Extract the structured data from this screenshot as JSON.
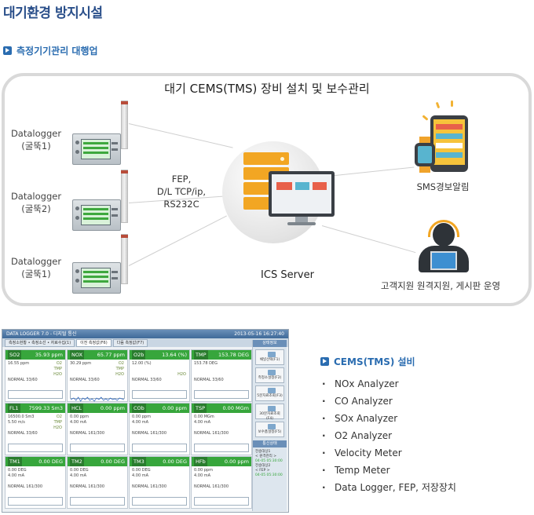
{
  "page": {
    "title": "대기환경 방지시설",
    "section": "측정기기관리 대행업"
  },
  "diagram": {
    "title": "대기 CEMS(TMS) 장비 설치 및 보수관리",
    "dataloggers": [
      {
        "name": "Datalogger",
        "sub": "(굴뚝1)"
      },
      {
        "name": "Datalogger",
        "sub": "(굴뚝2)"
      },
      {
        "name": "Datalogger",
        "sub": "(굴뚝1)"
      }
    ],
    "fep": [
      "FEP,",
      "D/L TCP/ip,",
      "RS232C"
    ],
    "server_label": "ICS Server",
    "sms_label": "SMS경보알림",
    "support_label": "고객지원 원격지원, 게시판 운영"
  },
  "screenshot": {
    "title": "DATA LOGGER 7.0 - 디지털 통신",
    "time": "2013-05-16 16:27:40",
    "tabs": [
      {
        "label": "측정소현황 • 측정소선 • 자료수집(1)"
      },
      {
        "label": "이전 측정값(F6)"
      },
      {
        "label": "다음 측정값(F7)"
      }
    ],
    "side_title": "상태정보",
    "side_buttons": [
      "채널선택(F1)",
      "측정소설정(F2)",
      "5분자료조회(F3)",
      "30분자료조회(F4)",
      "보수품설정(F5)"
    ],
    "side_status_title": "통신상태",
    "side_status": [
      "전송대상1",
      "< 원격관리 >",
      "04-05 05:30:00",
      "전송대상2",
      "< FEP >",
      "04-05 05:30:00"
    ],
    "cells": [
      [
        {
          "tag": "SO2",
          "value": "35.93",
          "unit": "ppm",
          "line1": "16.55 ppm",
          "ext": [
            "O2",
            "TMP",
            "H2O"
          ],
          "status": "NORMAL 33/60",
          "wave": false
        },
        {
          "tag": "NOX",
          "value": "65.77",
          "unit": "ppm",
          "line1": "30.29 ppm",
          "ext": [
            "O2",
            "TMP",
            "H2O"
          ],
          "status": "NORMAL 33/60",
          "wave": true
        },
        {
          "tag": "O2b",
          "value": "13.64",
          "unit": "(%)",
          "line1": "12.00 (%)",
          "ext": [
            "",
            "",
            "H2O"
          ],
          "status": "NORMAL 33/60",
          "wave": false
        },
        {
          "tag": "TMP",
          "value": "153.78",
          "unit": "DEG",
          "line1": "153.78 DEG",
          "ext": [
            "",
            "",
            ""
          ],
          "status": "NORMAL 33/60",
          "wave": false
        }
      ],
      [
        {
          "tag": "FL1",
          "value": "7599.33",
          "unit": "Sm3",
          "line1": "16500.0 Sm3",
          "line2": "5.50 m/s",
          "ext": [
            "O2",
            "TMP",
            "H2O"
          ],
          "status": "NORMAL 33/60",
          "wave": false
        },
        {
          "tag": "HCL",
          "value": "0.00",
          "unit": "ppm",
          "line1": "0.00 ppm",
          "line2": "4.00 mA",
          "ext": [
            "",
            "",
            ""
          ],
          "status": "NORMAL 161/300",
          "wave": false
        },
        {
          "tag": "COb",
          "value": "0.00",
          "unit": "ppm",
          "line1": "0.00 ppm",
          "line2": "4.00 mA",
          "ext": [
            "",
            "",
            ""
          ],
          "status": "NORMAL 161/300",
          "wave": false
        },
        {
          "tag": "TSP",
          "value": "0.00",
          "unit": "MGm",
          "line1": "0.00 MGm",
          "line2": "4.00 mA",
          "ext": [
            "",
            "",
            ""
          ],
          "status": "NORMAL 161/300",
          "wave": false
        }
      ],
      [
        {
          "tag": "TM1",
          "value": "0.00",
          "unit": "DEG",
          "line1": "0.00 DEG",
          "line2": "4.00 mA",
          "ext": [
            "",
            "",
            ""
          ],
          "status": "NORMAL 161/300",
          "wave": false
        },
        {
          "tag": "TM2",
          "value": "0.00",
          "unit": "DEG",
          "line1": "0.00 DEG",
          "line2": "4.00 mA",
          "ext": [
            "",
            "",
            ""
          ],
          "status": "NORMAL 161/300",
          "wave": false
        },
        {
          "tag": "TM3",
          "value": "0.00",
          "unit": "DEG",
          "line1": "0.00 DEG",
          "line2": "4.00 mA",
          "ext": [
            "",
            "",
            ""
          ],
          "status": "NORMAL 161/300",
          "wave": false
        },
        {
          "tag": "HFb",
          "value": "0.00",
          "unit": "ppm",
          "line1": "0.00 ppm",
          "line2": "4.00 mA",
          "ext": [
            "",
            "",
            ""
          ],
          "status": "NORMAL 161/300",
          "wave": false
        }
      ]
    ]
  },
  "equipment": {
    "title": "CEMS(TMS) 설비",
    "items": [
      "NOx Analyzer",
      "CO Analyzer",
      "SOx Analyzer",
      "O2 Analyzer",
      "Velocity Meter",
      "Temp Meter",
      "Data Logger, FEP, 저장장치"
    ]
  },
  "colors": {
    "title_blue": "#2a4f8a",
    "section_blue": "#2a6cb0",
    "cell_green": "#37a63c",
    "server_orange": "#f2a623"
  }
}
